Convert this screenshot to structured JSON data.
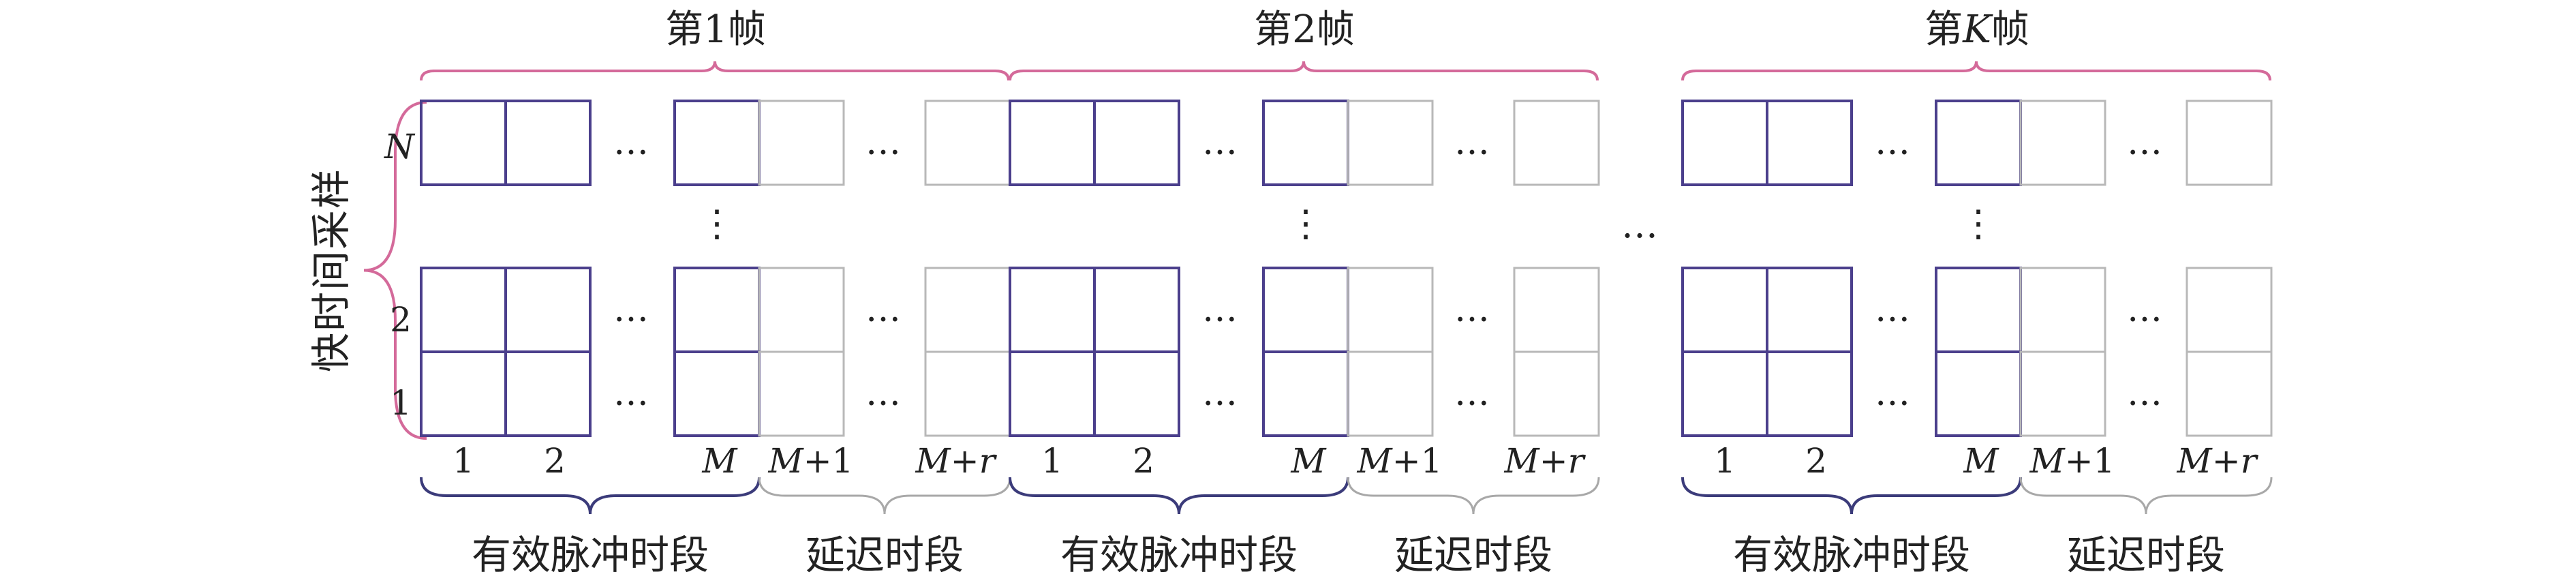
{
  "frames": [
    {
      "title_pre": "第",
      "title_var": "1",
      "title_italic": false,
      "title_post": "帧"
    },
    {
      "title_pre": "第",
      "title_var": "2",
      "title_italic": false,
      "title_post": "帧"
    },
    {
      "title_pre": "第",
      "title_var": "K",
      "title_italic": true,
      "title_post": "帧"
    }
  ],
  "y_axis_label": "快时间采样",
  "row_labels": {
    "top": "N",
    "middle": "2",
    "bottom": "1"
  },
  "col_labels": {
    "c1": "1",
    "c2": "2",
    "cM": "M",
    "cM1": "M+1",
    "cMr": "M+r"
  },
  "segment_labels": {
    "active": "有效脉冲时段",
    "delay": "延迟时段"
  },
  "ellipsis_h": "…",
  "ellipsis_v": "⋮",
  "colors": {
    "active_cell": "#4b3f8c",
    "delay_cell": "#b8b8b8",
    "frame_brace": "#d46a9a",
    "active_brace": "#3b3b7a",
    "delay_brace": "#a8a8a8",
    "text": "#222222"
  }
}
